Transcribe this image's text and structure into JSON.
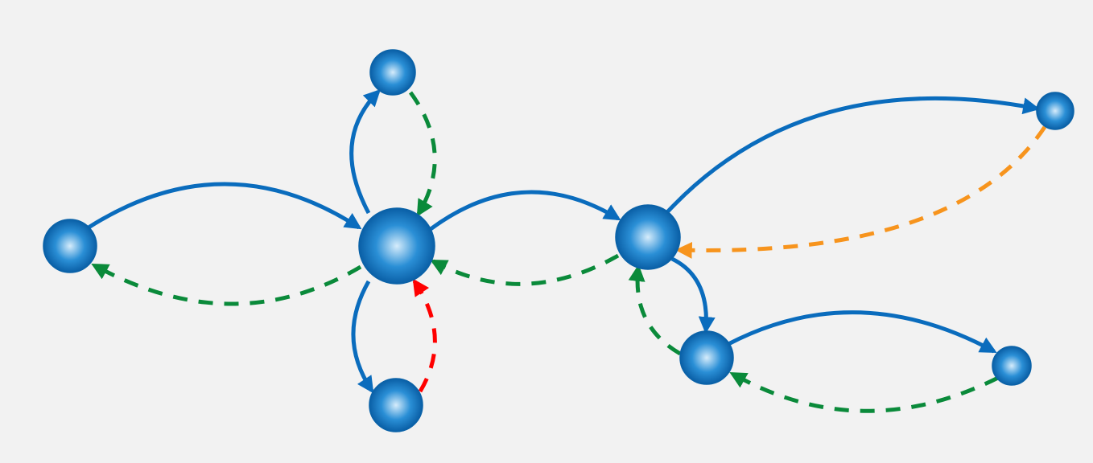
{
  "diagram": {
    "type": "directed-graph",
    "background": "#f2f2f2",
    "node_style": {
      "fill_center": "#d6ecfb",
      "fill_mid": "#2a8fd6",
      "fill_edge": "#0a5fa6",
      "stroke": "#0a62a8"
    },
    "colors": {
      "blue": "#0a6cbd",
      "green": "#0a8a3a",
      "red": "#ff0000",
      "orange": "#f7941d"
    },
    "nodes": [
      {
        "id": "left"
      },
      {
        "id": "hub"
      },
      {
        "id": "top"
      },
      {
        "id": "bottom"
      },
      {
        "id": "mid"
      },
      {
        "id": "far-top-right"
      },
      {
        "id": "lower-mid"
      },
      {
        "id": "lower-right"
      }
    ],
    "edges": [
      {
        "from": "left",
        "to": "hub",
        "color": "blue",
        "style": "solid"
      },
      {
        "from": "hub",
        "to": "left",
        "color": "green",
        "style": "dashed"
      },
      {
        "from": "hub",
        "to": "top",
        "color": "blue",
        "style": "solid"
      },
      {
        "from": "top",
        "to": "hub",
        "color": "green",
        "style": "dashed"
      },
      {
        "from": "hub",
        "to": "bottom",
        "color": "blue",
        "style": "solid"
      },
      {
        "from": "bottom",
        "to": "hub",
        "color": "red",
        "style": "dashed"
      },
      {
        "from": "hub",
        "to": "mid",
        "color": "blue",
        "style": "solid"
      },
      {
        "from": "mid",
        "to": "hub",
        "color": "green",
        "style": "dashed"
      },
      {
        "from": "mid",
        "to": "far-top-right",
        "color": "blue",
        "style": "solid"
      },
      {
        "from": "far-top-right",
        "to": "mid",
        "color": "orange",
        "style": "dashed"
      },
      {
        "from": "mid",
        "to": "lower-mid",
        "color": "blue",
        "style": "solid"
      },
      {
        "from": "lower-mid",
        "to": "mid",
        "color": "green",
        "style": "dashed"
      },
      {
        "from": "lower-mid",
        "to": "lower-right",
        "color": "blue",
        "style": "solid"
      },
      {
        "from": "lower-right",
        "to": "lower-mid",
        "color": "green",
        "style": "dashed"
      }
    ]
  }
}
